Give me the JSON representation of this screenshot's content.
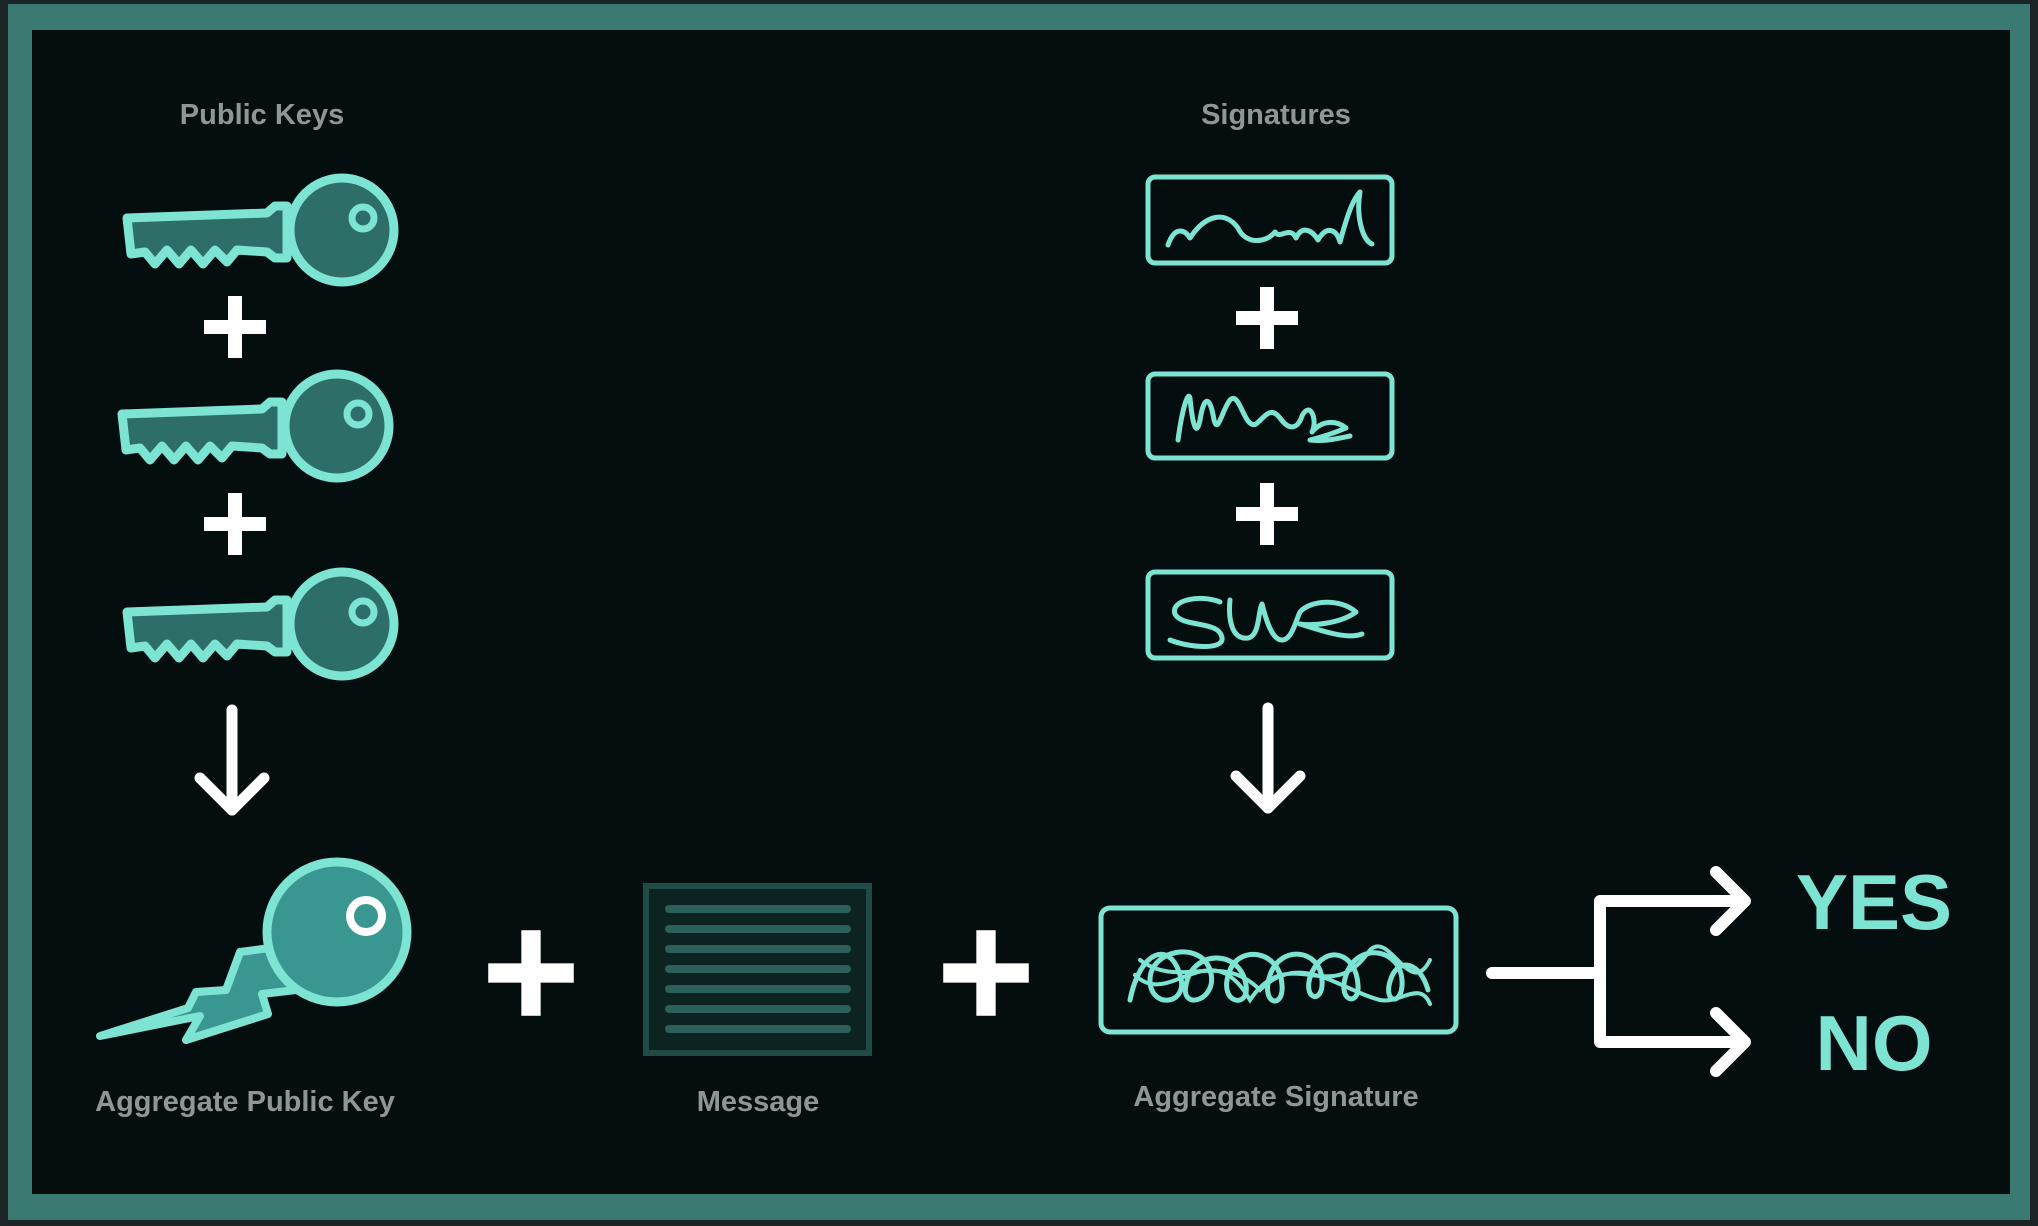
{
  "labels": {
    "public_keys": "Public Keys",
    "signatures": "Signatures",
    "aggregate_public_key": "Aggregate Public Key",
    "message": "Message",
    "aggregate_signature": "Aggregate Signature",
    "yes": "YES",
    "no": "NO"
  },
  "colors": {
    "frame": "#3a7a73",
    "background": "#040e0e",
    "accent": "#7de3d3",
    "key_fill": "#2e6e68",
    "label_gray": "#8f9796",
    "symbol_white": "#ffffff"
  },
  "icons": {
    "key": "key-icon",
    "signature": "signature-icon",
    "aggregate_key": "aggregate-key-icon",
    "message": "message-icon",
    "aggregate_signature": "aggregate-signature-icon",
    "plus": "plus-icon",
    "arrow": "arrow-down-icon",
    "branch": "branch-arrow-icon"
  }
}
